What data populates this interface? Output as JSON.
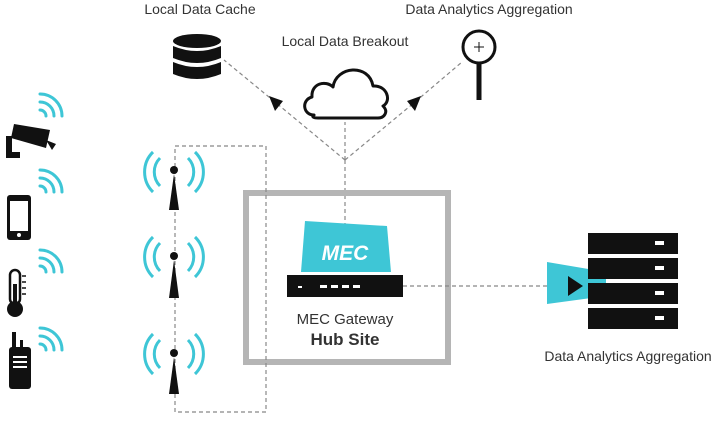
{
  "labels": {
    "local_data_cache": "Local Data Cache",
    "data_analytics_top": "Data Analytics Aggregation",
    "local_data_breakout": "Local Data Breakout",
    "mec": "MEC",
    "mec_gateway": "MEC Gateway",
    "hub_site": "Hub Site",
    "data_analytics_right": "Data Analytics Aggregation"
  },
  "colors": {
    "accent": "#3EC6D6",
    "dark": "#111111",
    "text": "#333333",
    "hub_border": "#B5B5B5",
    "dashed": "#888888"
  },
  "icons": [
    "database-icon",
    "magnifier-icon",
    "cloud-icon",
    "security-camera-icon",
    "smartphone-icon",
    "thermometer-icon",
    "walkie-talkie-icon",
    "antenna-tower-icon",
    "server-rack-icon",
    "mec-gateway-device-icon"
  ]
}
